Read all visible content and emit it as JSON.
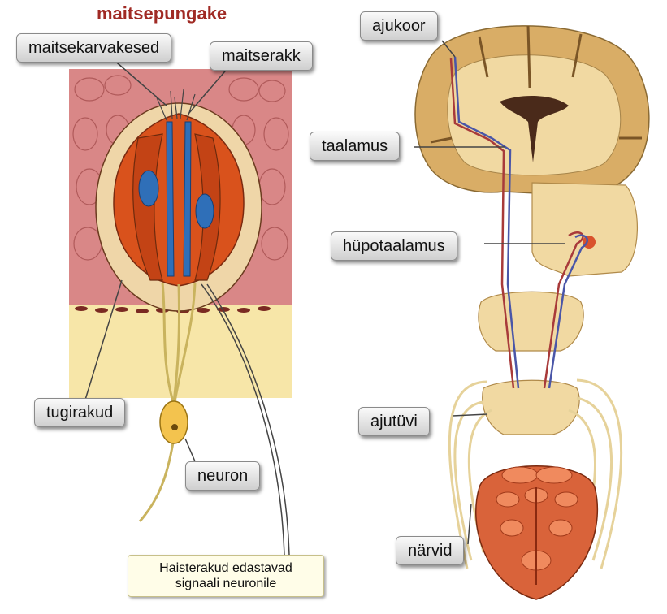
{
  "title": "maitsepungake",
  "labels": {
    "maitsekarvakesed": "maitsekarvakesed",
    "maitserakk": "maitserakk",
    "tugirakud": "tugirakud",
    "neuron": "neuron",
    "ajukoor": "ajukoor",
    "taalamus": "taalamus",
    "hupotaalamus": "hüpotaalamus",
    "ajutuvi": "ajutüvi",
    "narvid": "närvid"
  },
  "note": {
    "line1": "Haisterakud edastavad",
    "line2": "signaali neuronile"
  },
  "colors": {
    "title": "#a02a24",
    "epithelium": "#d98787",
    "taste_cell": "#d9521c",
    "cell_nucleus": "#2f6fb8",
    "brain": "#d9ad66",
    "tongue": "#d9633a",
    "note_background": "#fffde8"
  }
}
